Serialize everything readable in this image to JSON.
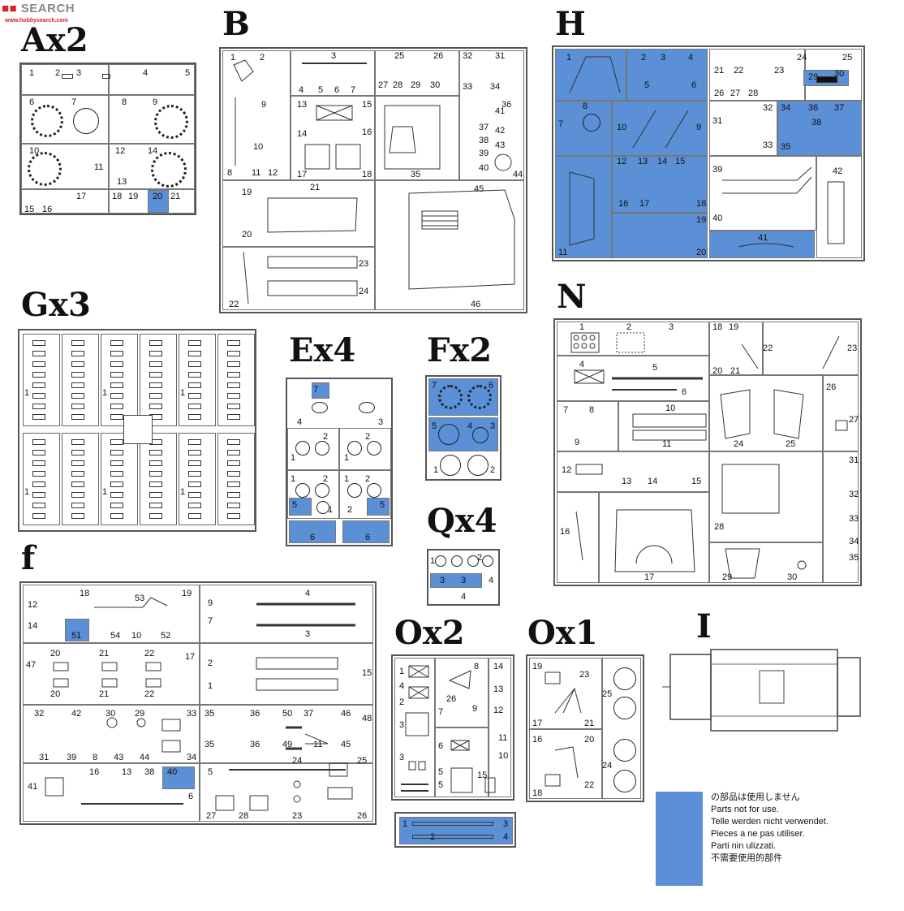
{
  "watermark": "SEARCH",
  "watermark_url": "www.hobbysearch.com",
  "colors": {
    "not_used_blue": "#5b8fd6",
    "sprue_frame": "#555555"
  },
  "sprues": {
    "A": {
      "title": "Ax2",
      "parts": [
        "1",
        "2",
        "3",
        "4",
        "5",
        "6",
        "7",
        "8",
        "9",
        "10",
        "11",
        "12",
        "13",
        "14",
        "15",
        "16",
        "17",
        "18",
        "19",
        "20",
        "21"
      ]
    },
    "B": {
      "title": "B",
      "parts": [
        "1",
        "2",
        "3",
        "4",
        "5",
        "6",
        "7",
        "8",
        "9",
        "10",
        "11",
        "12",
        "13",
        "14",
        "15",
        "16",
        "17",
        "18",
        "19",
        "20",
        "21",
        "22",
        "23",
        "24",
        "25",
        "26",
        "27",
        "28",
        "29",
        "30",
        "31",
        "32",
        "33",
        "34",
        "35",
        "36",
        "37",
        "38",
        "39",
        "40",
        "41",
        "42",
        "43",
        "44",
        "45",
        "46"
      ]
    },
    "H": {
      "title": "H",
      "parts": [
        "1",
        "2",
        "3",
        "4",
        "5",
        "6",
        "7",
        "8",
        "9",
        "10",
        "11",
        "12",
        "13",
        "14",
        "15",
        "16",
        "17",
        "18",
        "19",
        "20",
        "21",
        "22",
        "23",
        "24",
        "25",
        "26",
        "27",
        "28",
        "29",
        "30",
        "31",
        "32",
        "33",
        "34",
        "35",
        "36",
        "37",
        "38",
        "39",
        "40",
        "41",
        "42"
      ]
    },
    "G": {
      "title": "Gx3",
      "parts": [
        "1"
      ]
    },
    "E": {
      "title": "Ex4",
      "parts": [
        "1",
        "2",
        "3",
        "4",
        "5",
        "6",
        "7"
      ]
    },
    "F": {
      "title": "Fx2",
      "parts": [
        "1",
        "2",
        "3",
        "4",
        "5",
        "6",
        "7"
      ]
    },
    "Q": {
      "title": "Qx4",
      "parts": [
        "1",
        "2",
        "3",
        "4"
      ]
    },
    "N": {
      "title": "N",
      "parts": [
        "1",
        "2",
        "3",
        "4",
        "5",
        "6",
        "7",
        "8",
        "9",
        "10",
        "11",
        "12",
        "13",
        "14",
        "15",
        "16",
        "17",
        "18",
        "19",
        "20",
        "21",
        "22",
        "23",
        "24",
        "25",
        "26",
        "27",
        "28",
        "29",
        "30",
        "31",
        "32",
        "33",
        "34",
        "35"
      ]
    },
    "f": {
      "title": "f",
      "parts": [
        "1",
        "2",
        "3",
        "4",
        "5",
        "6",
        "7",
        "8",
        "9",
        "10",
        "11",
        "12",
        "13",
        "14",
        "15",
        "16",
        "17",
        "18",
        "19",
        "20",
        "21",
        "22",
        "23",
        "24",
        "25",
        "26",
        "27",
        "28",
        "29",
        "30",
        "31",
        "32",
        "33",
        "34",
        "35",
        "36",
        "37",
        "38",
        "39",
        "40",
        "41",
        "42",
        "43",
        "44",
        "45",
        "46",
        "47",
        "48",
        "49",
        "50",
        "51",
        "52",
        "53",
        "54"
      ]
    },
    "O2": {
      "title": "Ox2",
      "parts": [
        "1",
        "2",
        "3",
        "4",
        "5",
        "6",
        "7",
        "8",
        "9",
        "10",
        "11",
        "12",
        "13",
        "14",
        "15",
        "26"
      ]
    },
    "O1": {
      "title": "Ox1",
      "parts": [
        "16",
        "17",
        "18",
        "19",
        "20",
        "21",
        "22",
        "23",
        "24",
        "25"
      ]
    },
    "I": {
      "title": "I"
    }
  },
  "legend": {
    "ja": "の部品は使用しません",
    "en": "Parts not for use.",
    "de": "Telle werden nicht verwendet.",
    "fr": "Pieces a ne pas utiliser.",
    "it": "Parti nin ulizzati.",
    "zh": "不需要使用的部件"
  }
}
